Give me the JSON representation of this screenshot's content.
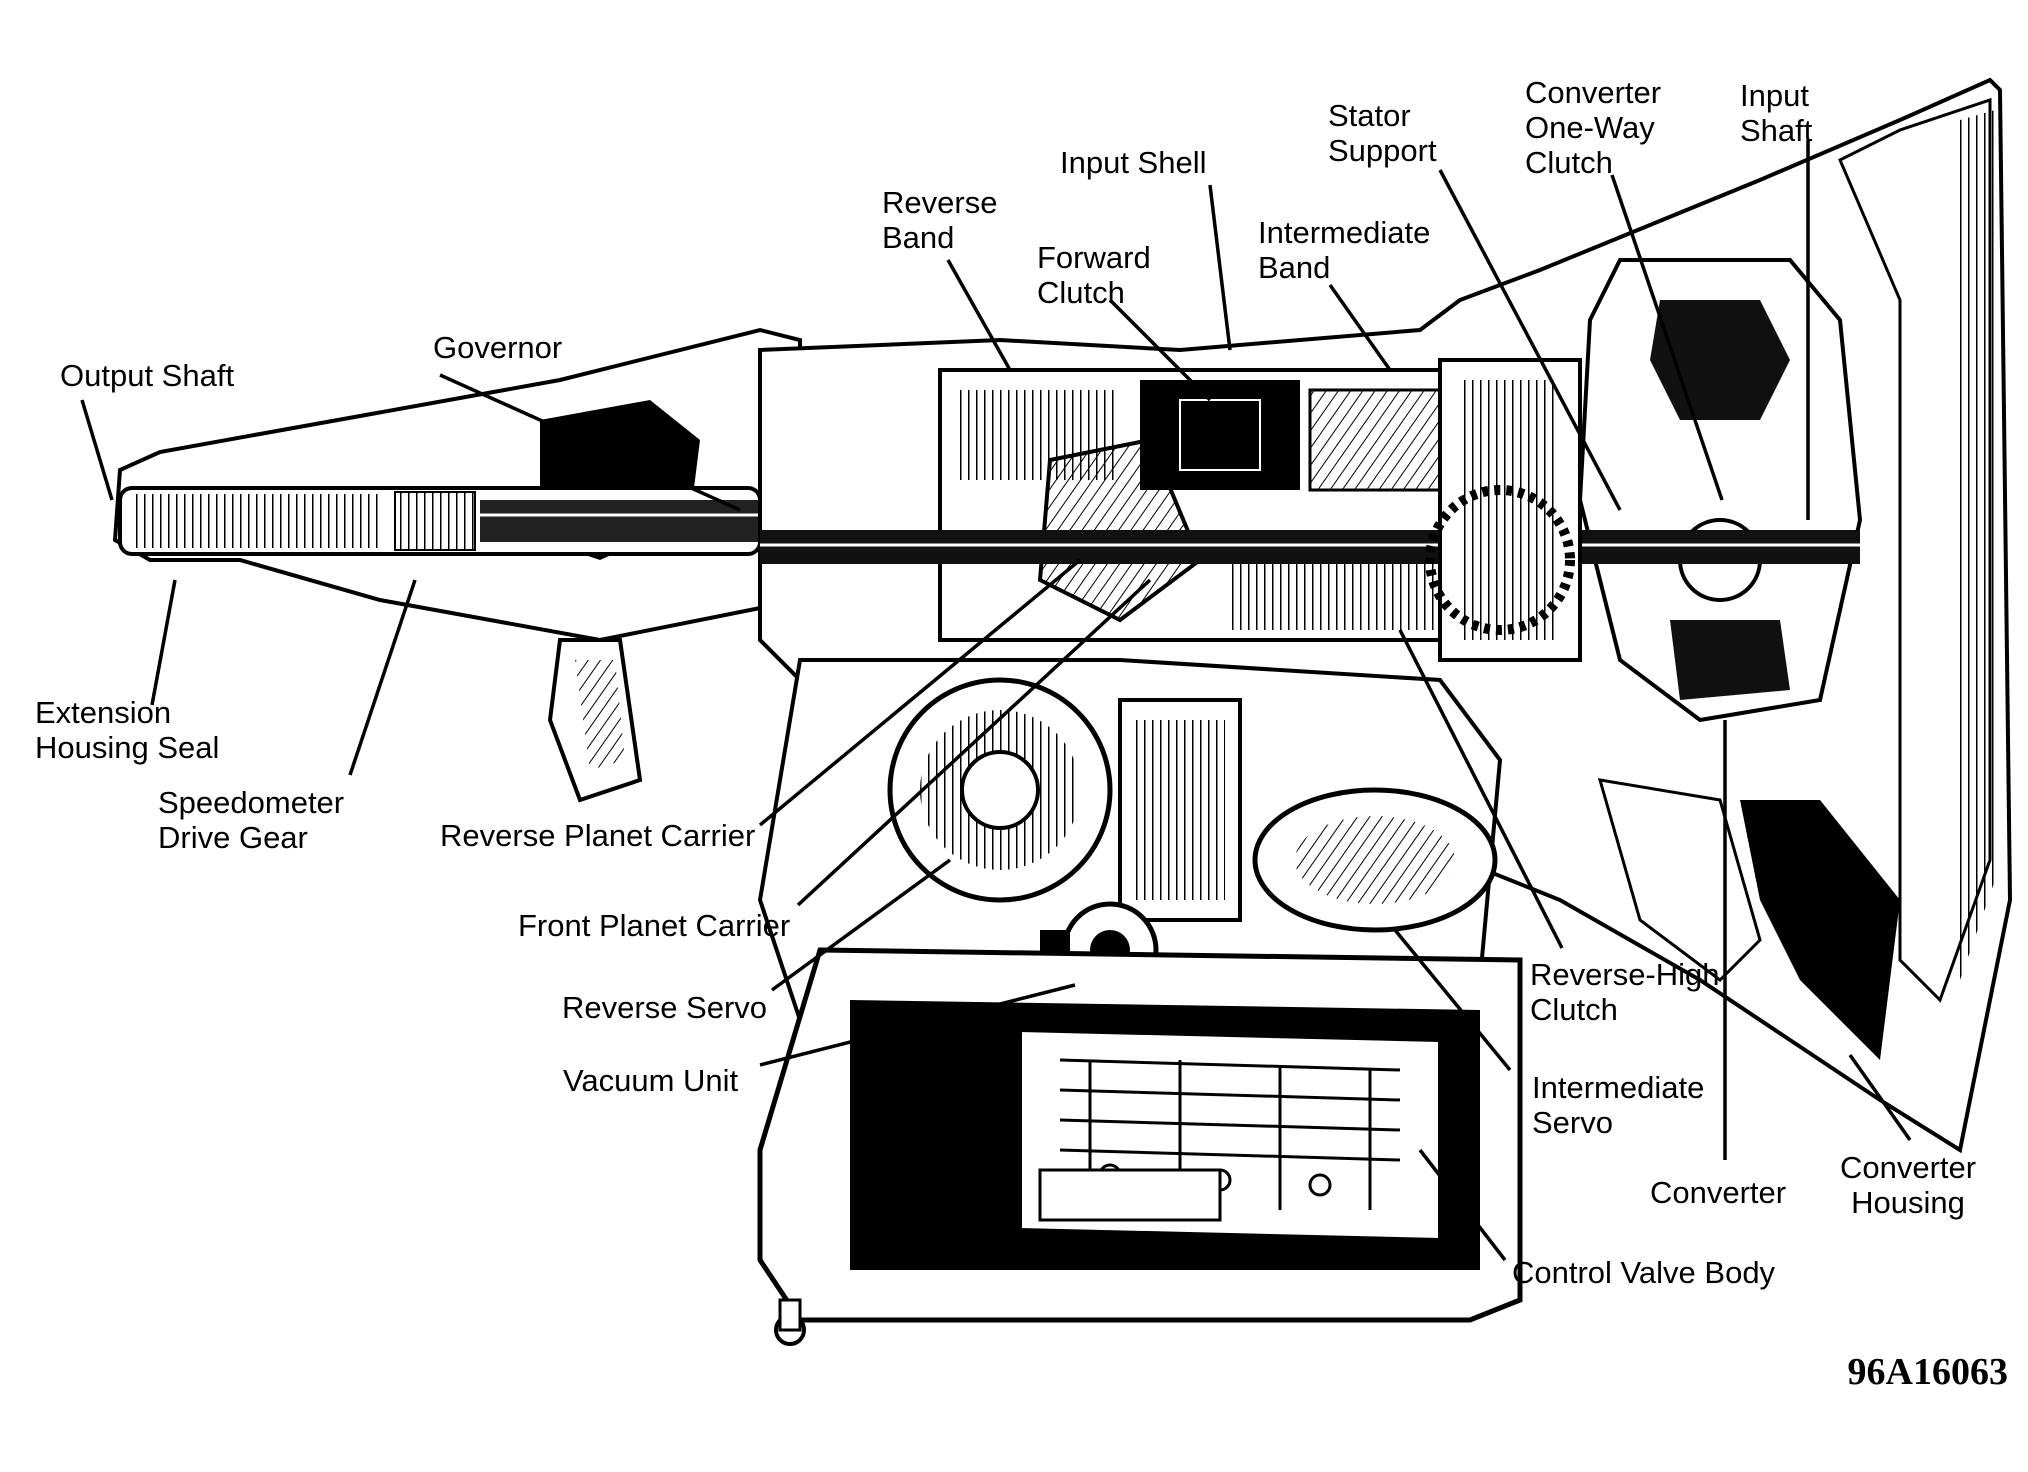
{
  "diagram": {
    "labels": {
      "output_shaft": "Output Shaft",
      "governor": "Governor",
      "reverse_band": [
        "Reverse",
        "Band"
      ],
      "input_shell": "Input Shell",
      "forward_clutch": [
        "Forward",
        "Clutch"
      ],
      "stator_support": [
        "Stator",
        "Support"
      ],
      "intermediate_band": [
        "Intermediate",
        "Band"
      ],
      "converter_one_way_clutch": [
        "Converter",
        "One-Way",
        "Clutch"
      ],
      "input_shaft": [
        "Input",
        "Shaft"
      ],
      "extension_housing_seal": [
        "Extension",
        "Housing Seal"
      ],
      "speedometer_drive_gear": [
        "Speedometer",
        "Drive Gear"
      ],
      "reverse_planet_carrier": "Reverse Planet Carrier",
      "front_planet_carrier": "Front Planet Carrier",
      "reverse_servo": "Reverse Servo",
      "vacuum_unit": "Vacuum Unit",
      "reverse_high_clutch": [
        "Reverse-High",
        "Clutch"
      ],
      "intermediate_servo": [
        "Intermediate",
        "Servo"
      ],
      "converter": "Converter",
      "converter_housing": [
        "Converter",
        "Housing"
      ],
      "control_valve_body": "Control Valve Body"
    },
    "figure_id": "96A16063"
  }
}
